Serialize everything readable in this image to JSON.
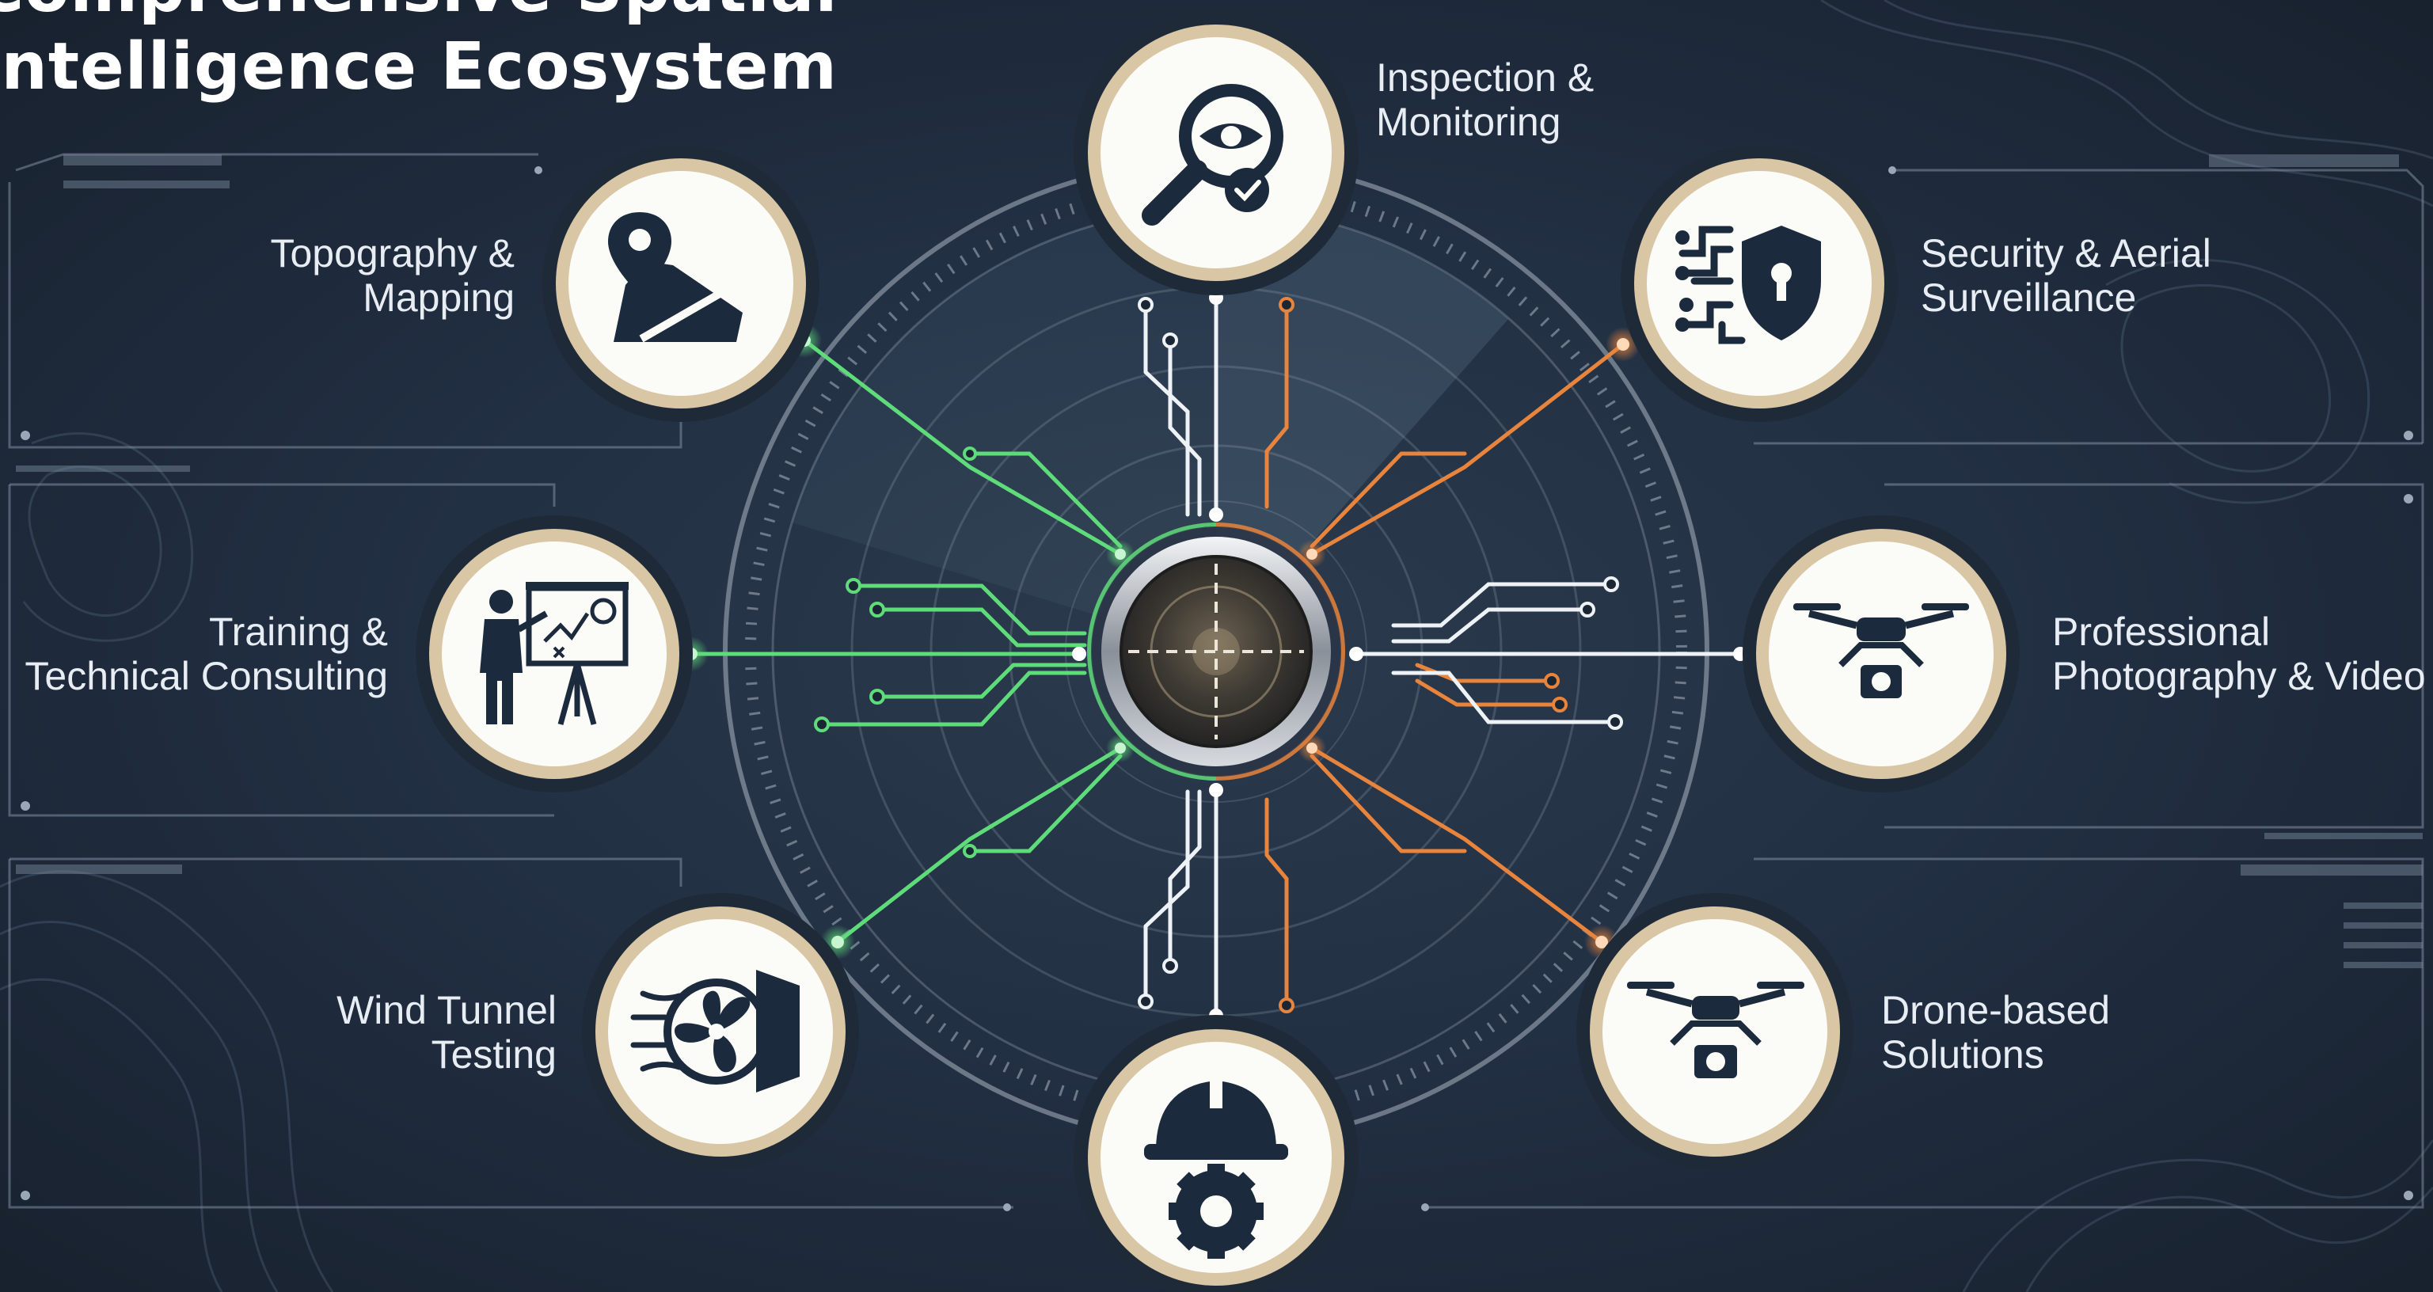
{
  "title": {
    "line1": "Comprehensive Spatial",
    "line2": "Intelligence Ecosystem"
  },
  "services": {
    "inspection": {
      "line1": "Inspection &",
      "line2": "Monitoring",
      "icon": "magnifier-eye-icon"
    },
    "security": {
      "line1": "Security & Aerial",
      "line2": "Surveillance",
      "icon": "circuit-shield-icon"
    },
    "photography": {
      "line1": "Professional",
      "line2": "Photography & Video",
      "icon": "camera-drone-icon"
    },
    "drone": {
      "line1": "Drone-based",
      "line2": "Solutions",
      "icon": "drone-icon"
    },
    "engineering": {
      "icon": "hardhat-gear-icon"
    },
    "wind": {
      "line1": "Wind Tunnel",
      "line2": "Testing",
      "icon": "fan-airflow-icon"
    },
    "training": {
      "line1": "Training &",
      "line2": "Technical Consulting",
      "icon": "presenter-board-icon"
    },
    "topography": {
      "line1": "Topography &",
      "line2": "Mapping",
      "icon": "map-pin-icon"
    }
  },
  "colors": {
    "background": "#1b2635",
    "green": "#5fdc7a",
    "orange": "#e8843c",
    "white": "#eef2f6",
    "badge_ring": "#d9c6a4",
    "badge_fill": "#fbfbf8",
    "icon": "#1c2a3d"
  }
}
